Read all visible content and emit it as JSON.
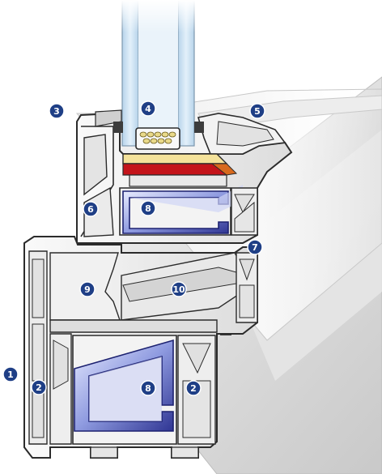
{
  "diagram": {
    "colors": {
      "frame_light": "#f4f4f4",
      "frame_mid": "#d9d9d9",
      "frame_shadow": "#a9a9a9",
      "outline": "#2b2b2b",
      "glass": "#cfe3f3",
      "steel_blue": "#3a3fa8",
      "spacer_yellow": "#f4e29a",
      "seal_red": "#c4141a",
      "gasket_dark": "#3c3c3c",
      "callout_fill": "#1f3f86"
    },
    "callouts": [
      {
        "label": "1",
        "part": "outer frame"
      },
      {
        "label": "2",
        "part": "frame chamber"
      },
      {
        "label": "2",
        "part": "frame chamber"
      },
      {
        "label": "3",
        "part": "sash"
      },
      {
        "label": "4",
        "part": "glass spacer"
      },
      {
        "label": "5",
        "part": "glazing bead"
      },
      {
        "label": "6",
        "part": "sash chamber"
      },
      {
        "label": "7",
        "part": "bead chamber"
      },
      {
        "label": "8",
        "part": "steel reinforcement"
      },
      {
        "label": "8",
        "part": "steel reinforcement"
      },
      {
        "label": "9",
        "part": "gasket"
      },
      {
        "label": "10",
        "part": "hardware groove"
      }
    ]
  }
}
